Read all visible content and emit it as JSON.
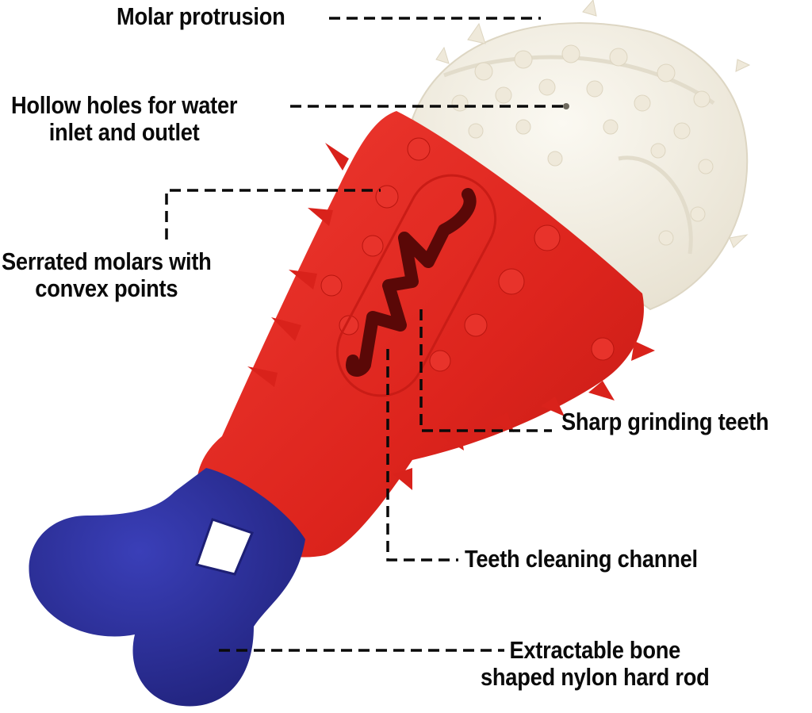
{
  "diagram": {
    "subject": "Dog chew toy (drumstick shaped) with extractable bone rod",
    "colors": {
      "background": "#ffffff",
      "cap_white": "#f3efe4",
      "body_red": "#e0261f",
      "body_red_dark": "#b3140f",
      "rod_blue": "#2c2f9c",
      "rod_blue_dark": "#1d1f75",
      "label_text": "#0a0a0a",
      "leader_line": "#0a0a0a"
    },
    "labels": [
      {
        "id": "molar-protrusion",
        "lines": [
          "Molar protrusion"
        ],
        "part": "white cap"
      },
      {
        "id": "hollow-holes",
        "lines": [
          "Hollow holes for water",
          "inlet and outlet"
        ],
        "part": "white cap"
      },
      {
        "id": "serrated-molars",
        "lines": [
          "Serrated molars with",
          "convex points"
        ],
        "part": "red body"
      },
      {
        "id": "sharp-grinding-teeth",
        "lines": [
          "Sharp grinding teeth"
        ],
        "part": "red body"
      },
      {
        "id": "teeth-cleaning-channel",
        "lines": [
          "Teeth cleaning channel"
        ],
        "part": "red body"
      },
      {
        "id": "extractable-bone",
        "lines": [
          "Extractable bone",
          "shaped nylon hard rod"
        ],
        "part": "blue rod"
      }
    ]
  }
}
